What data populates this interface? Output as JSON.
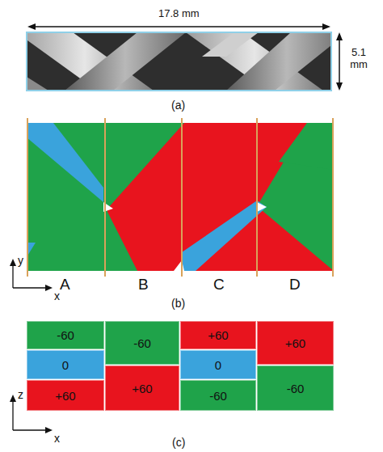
{
  "diagram": {
    "nodes": [
      {
        "text": [
          "-60"
        ]
      },
      {
        "text": [
          "-60"
        ]
      },
      {
        "text": [
          "+60"
        ]
      },
      {
        "text": [
          "+60"
        ]
      },
      {
        "text": [
          "0"
        ]
      },
      {
        "text": [
          "0"
        ]
      },
      {
        "text": [
          "+60"
        ]
      },
      {
        "text": [
          "+60"
        ]
      },
      {
        "text": [
          "-60"
        ]
      },
      {
        "text": [
          "-60"
        ]
      }
    ],
    "labels": [
      "17.8 mm",
      "5.1 mm",
      "(a)",
      "A",
      "B",
      "C",
      "D",
      "y",
      "x",
      "(b)",
      "z",
      "x",
      "(c)"
    ]
  }
}
